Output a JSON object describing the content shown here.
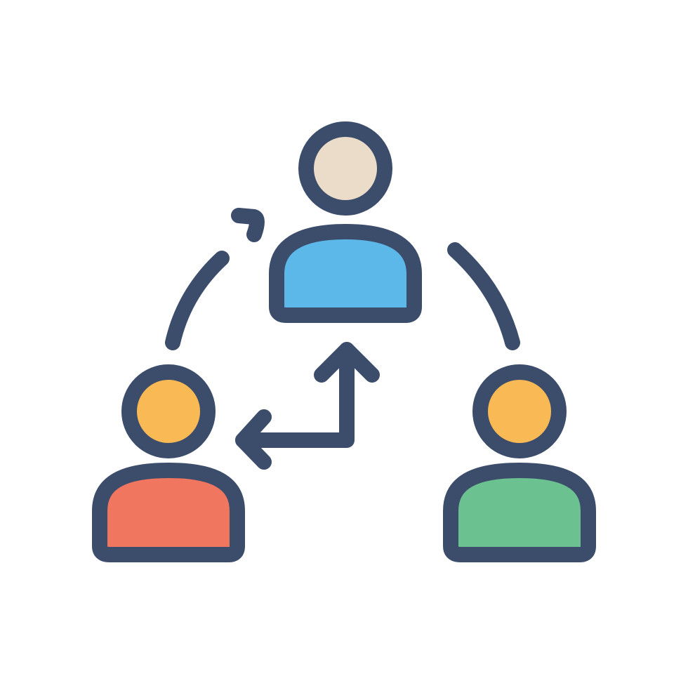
{
  "icon": {
    "name": "team-collaboration-icon",
    "people": [
      {
        "role": "top",
        "head_color": "#EBDCC9",
        "body_color": "#5DB8EA"
      },
      {
        "role": "left",
        "head_color": "#F9B954",
        "body_color": "#F07660"
      },
      {
        "role": "right",
        "head_color": "#F9B954",
        "body_color": "#6CC190"
      }
    ],
    "outline_color": "#3C4C6B",
    "background_color": "#FFFFFF"
  }
}
